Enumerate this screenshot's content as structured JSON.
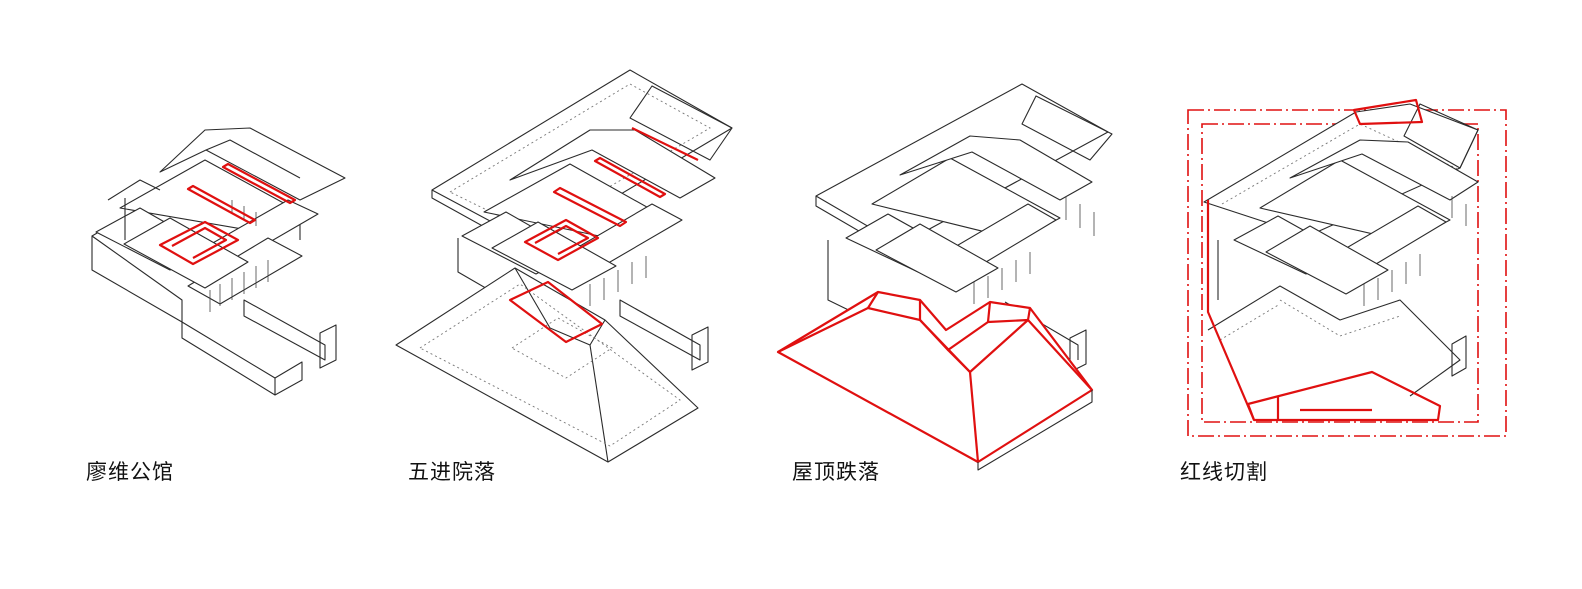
{
  "panels": [
    {
      "caption": "廖维公馆"
    },
    {
      "caption": "五进院落"
    },
    {
      "caption": "屋顶跌落"
    },
    {
      "caption": "红线切割"
    }
  ],
  "colors": {
    "highlight": "#e01010",
    "line": "#2b2b2b",
    "dotted": "#777777"
  }
}
